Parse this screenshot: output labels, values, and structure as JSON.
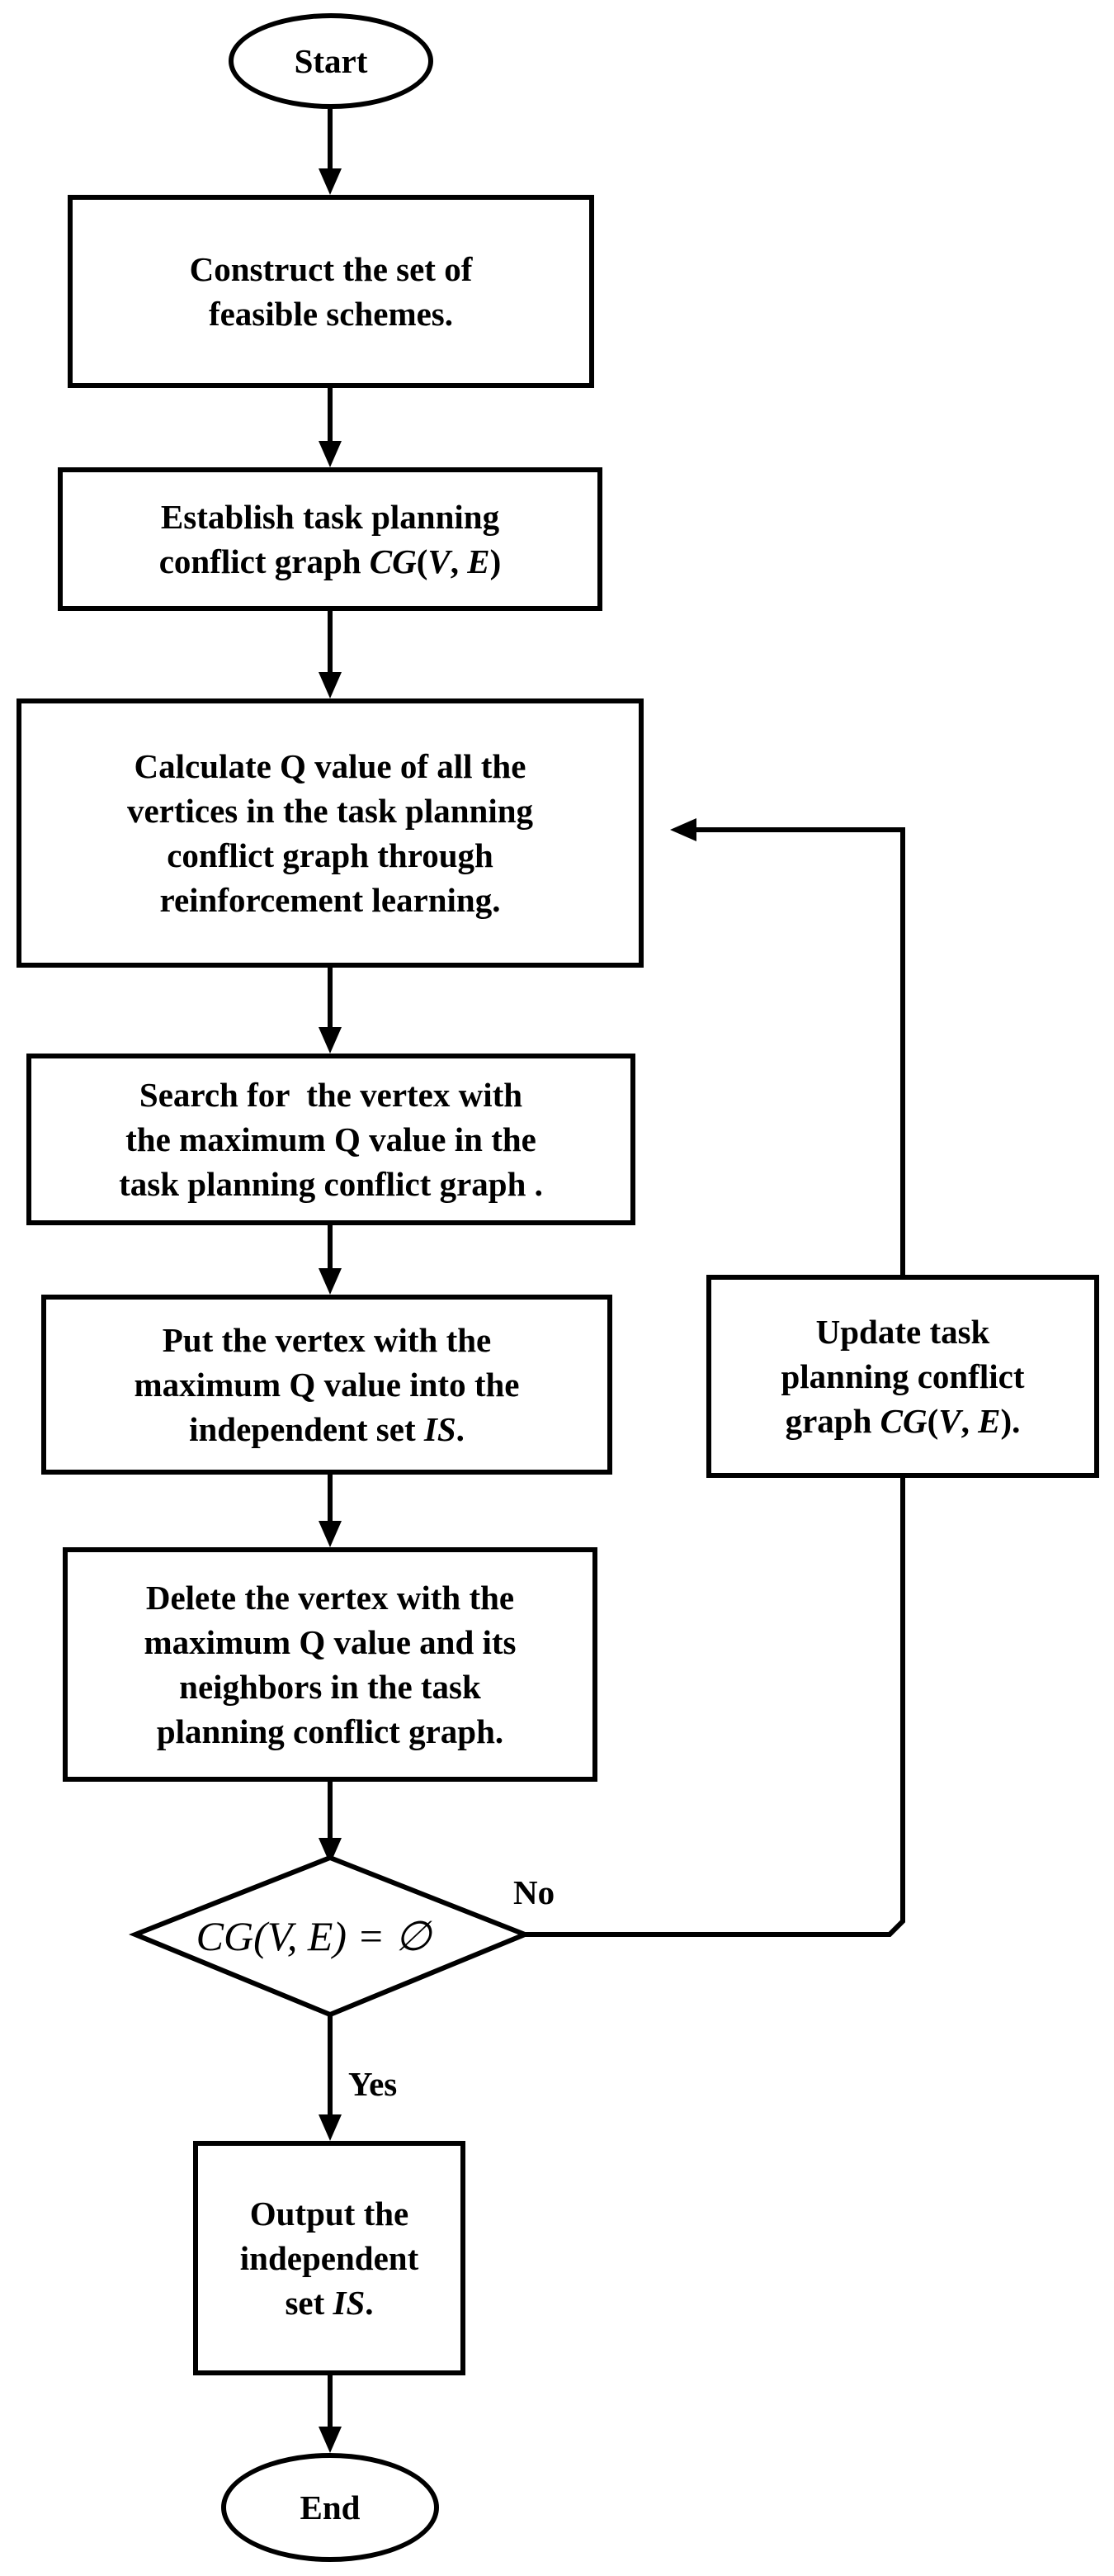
{
  "nodes": {
    "start": {
      "label": "Start"
    },
    "construct": {
      "line1": "Construct the set of",
      "line2": "feasible schemes."
    },
    "establish": {
      "line1": "Establish task planning",
      "line2_prefix": "conflict graph ",
      "cg": "CG",
      "open": "(",
      "v": "V",
      "comma": ", ",
      "e": "E",
      "close": ")"
    },
    "calculate": {
      "line1": "Calculate Q value of all the",
      "line2": "vertices in the task planning",
      "line3": "conflict graph through",
      "line4": "reinforcement learning."
    },
    "search": {
      "line1": "Search for  the vertex with",
      "line2": "the maximum Q value in the",
      "line3": "task planning conflict graph ."
    },
    "put": {
      "line1": "Put the vertex with the",
      "line2": "maximum Q value into the",
      "line3_prefix": "independent set ",
      "is": "IS",
      "period": "."
    },
    "delete": {
      "line1": "Delete the vertex with the",
      "line2": "maximum Q value and its",
      "line3": "neighbors in the task",
      "line4": "planning conflict graph."
    },
    "decision": {
      "condition": "CG(V, E) = ∅"
    },
    "update": {
      "line1": "Update task",
      "line2": "planning conflict",
      "line3_prefix": "graph ",
      "cg": "CG",
      "open": "(",
      "v": "V",
      "comma": ", ",
      "e": "E",
      "close": ").",
      "close_suffix": ""
    },
    "output": {
      "line1": "Output the",
      "line2": "independent",
      "line3_prefix": "set ",
      "is": "IS",
      "period": "."
    },
    "end": {
      "label": "End"
    }
  },
  "edge_labels": {
    "no": "No",
    "yes": "Yes"
  }
}
